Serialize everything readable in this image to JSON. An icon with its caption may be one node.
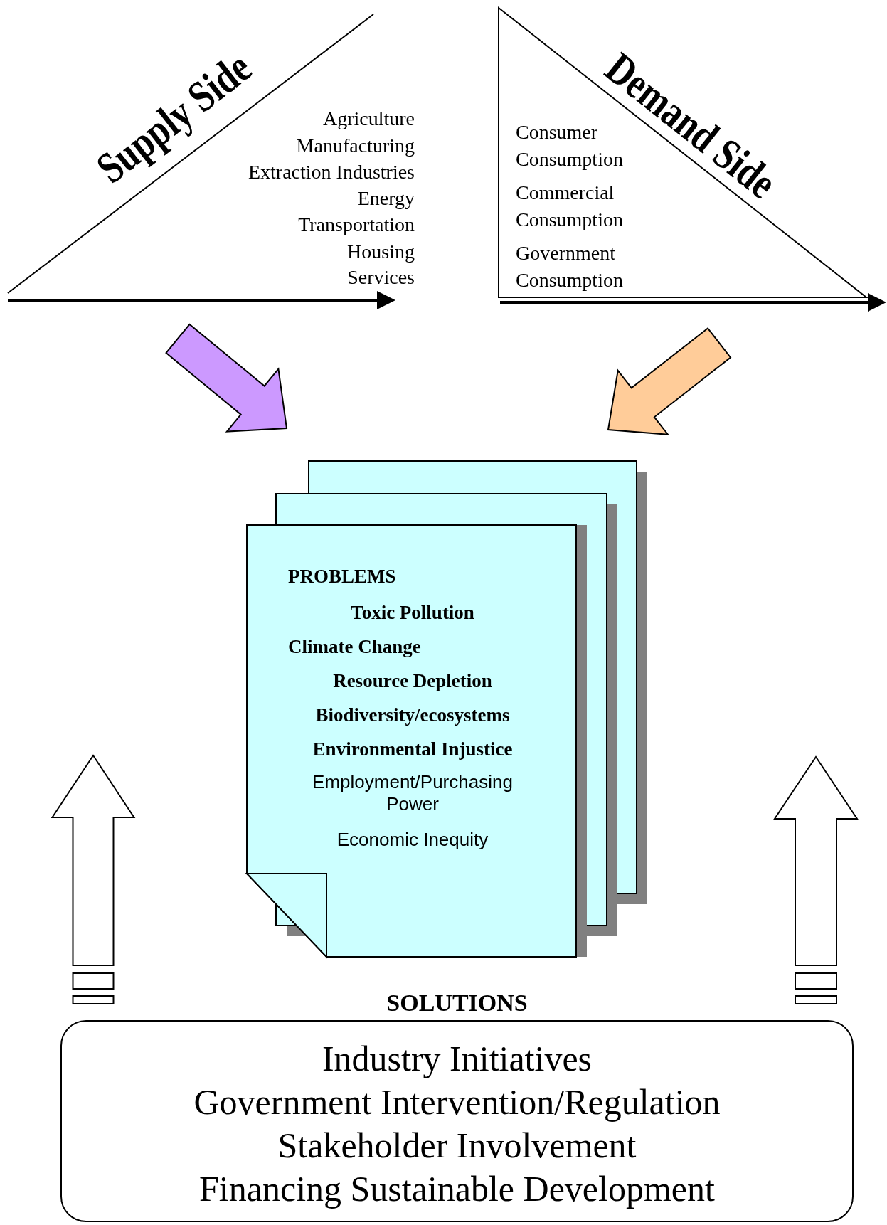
{
  "diagram": {
    "nodes": [
      {
        "text": [
          "Supply Side",
          "Agriculture",
          "Manufacturing",
          "Extraction Industries",
          "Energy",
          "Transportation",
          "Housing",
          "Services"
        ]
      },
      {
        "text": [
          "Demand Side",
          "Consumer Consumption",
          "Commercial Consumption",
          "Government Consumption"
        ]
      },
      {
        "text": [
          "PROBLEMS",
          "Toxic Pollution",
          "Climate Change",
          "Resource Depletion",
          "Biodiversity/ecosystems",
          "Environmental Injustice",
          "Employment/Purchasing Power",
          "Economic Inequity"
        ]
      },
      {
        "text": [
          "SOLUTIONS",
          "Industry Initiatives",
          "Government Intervention/Regulation",
          "Stakeholder Involvement",
          "Financing Sustainable Development"
        ]
      }
    ],
    "edges": [
      {
        "from": 0,
        "to": 2,
        "arrow": "to",
        "color": "#cc99ff"
      },
      {
        "from": 1,
        "to": 2,
        "arrow": "to",
        "color": "#ffcc99"
      },
      {
        "from": 3,
        "to": 2,
        "arrow": "to",
        "color": "#ffffff"
      },
      {
        "from": 3,
        "to": 2,
        "arrow": "to",
        "color": "#ffffff"
      }
    ]
  }
}
